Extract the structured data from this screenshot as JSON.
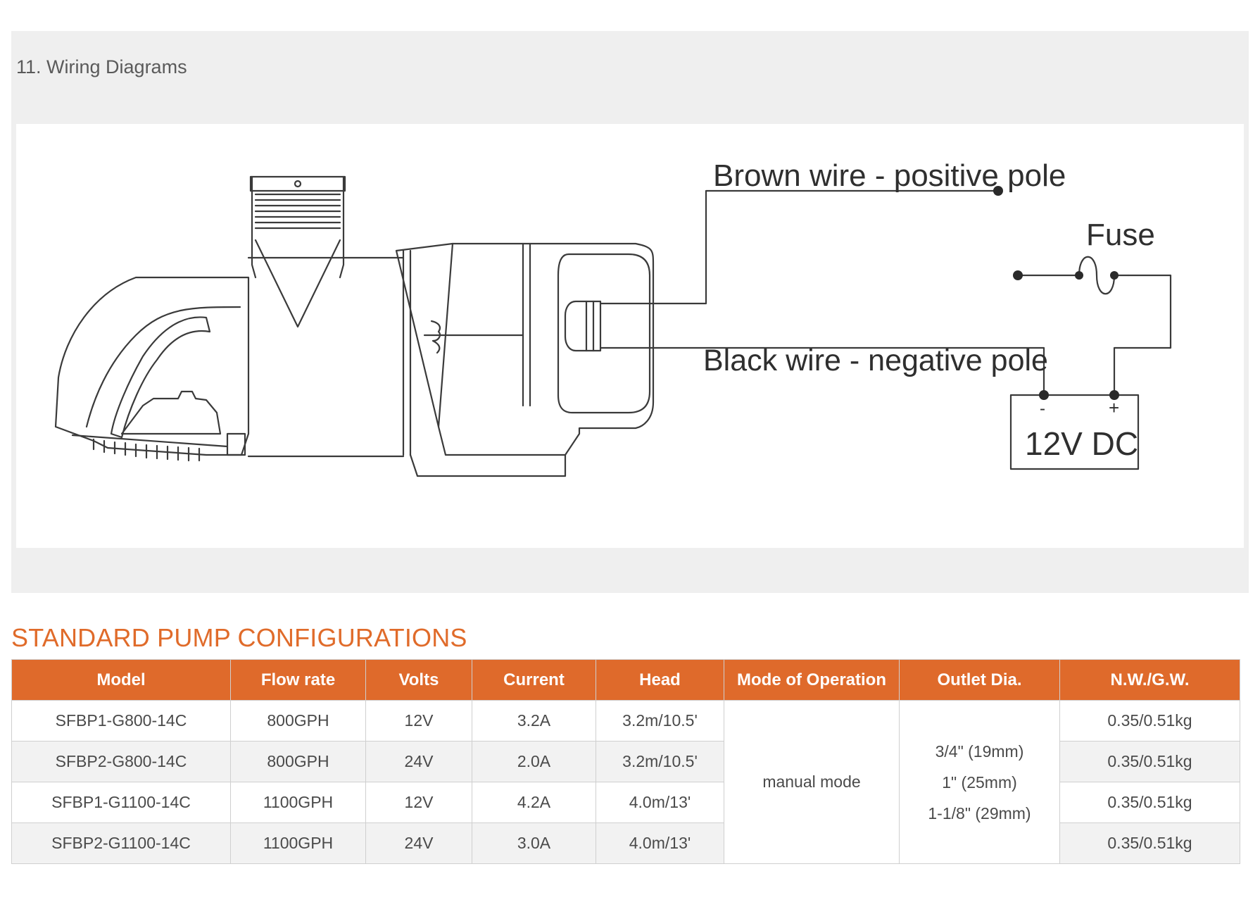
{
  "section": {
    "heading": "11. Wiring Diagrams"
  },
  "diagram": {
    "brown_label": "Brown wire - positive pole",
    "black_label": "Black wire - negative pole",
    "fuse_label": "Fuse",
    "battery_label": "12V DC",
    "minus_label": "-",
    "plus_label": "+"
  },
  "configurations": {
    "title": "STANDARD PUMP CONFIGURATIONS",
    "columns": [
      "Model",
      "Flow rate",
      "Volts",
      "Current",
      "Head",
      "Mode of Operation",
      "Outlet Dia.",
      "N.W./G.W."
    ],
    "rows": [
      {
        "model": "SFBP1-G800-14C",
        "flow": "800GPH",
        "volts": "12V",
        "current": "3.2A",
        "head": "3.2m/10.5'",
        "weight": "0.35/0.51kg"
      },
      {
        "model": "SFBP2-G800-14C",
        "flow": "800GPH",
        "volts": "24V",
        "current": "2.0A",
        "head": "3.2m/10.5'",
        "weight": "0.35/0.51kg"
      },
      {
        "model": "SFBP1-G1100-14C",
        "flow": "1100GPH",
        "volts": "12V",
        "current": "4.2A",
        "head": "4.0m/13'",
        "weight": "0.35/0.51kg"
      },
      {
        "model": "SFBP2-G1100-14C",
        "flow": "1100GPH",
        "volts": "24V",
        "current": "3.0A",
        "head": "4.0m/13'",
        "weight": "0.35/0.51kg"
      }
    ],
    "mode_of_operation": "manual mode",
    "outlet_sizes": [
      "3/4\" (19mm)",
      "1\" (25mm)",
      "1-1/8\" (29mm)"
    ]
  }
}
